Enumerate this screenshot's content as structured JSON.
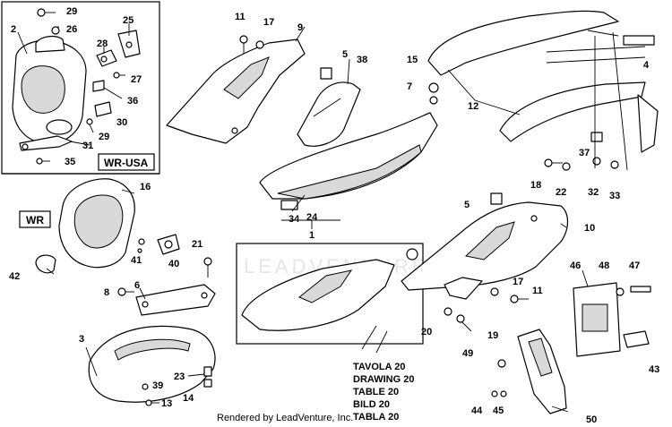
{
  "callouts": [
    "29",
    "26",
    "25",
    "2",
    "28",
    "27",
    "36",
    "30",
    "29",
    "31",
    "35",
    "11",
    "17",
    "9",
    "5",
    "38",
    "15",
    "7",
    "12",
    "4",
    "16",
    "21",
    "6",
    "8",
    "41",
    "40",
    "42",
    "3",
    "23",
    "14",
    "39",
    "13",
    "34",
    "24",
    "1",
    "5",
    "10",
    "37",
    "18",
    "22",
    "32",
    "33",
    "17",
    "11",
    "20",
    "19",
    "46",
    "48",
    "47",
    "49",
    "43",
    "44",
    "45",
    "50"
  ],
  "badges": {
    "wr_usa": "WR-USA",
    "wr": "WR"
  },
  "table_refs": [
    "TAVOLA 20",
    "DRAWING 20",
    "TABLE 20",
    "BILD 20",
    "TABLA 20"
  ],
  "watermark": "LEADVENTURE",
  "credit": "Rendered by LeadVenture, Inc."
}
